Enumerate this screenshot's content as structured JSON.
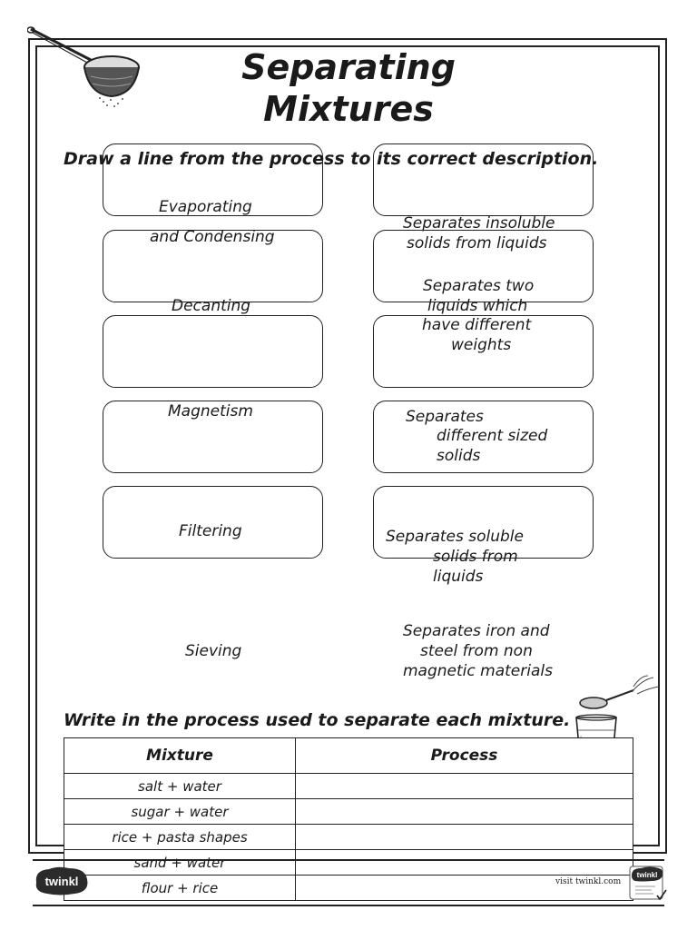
{
  "title": {
    "line1": "Separating",
    "line2": "Mixtures"
  },
  "instructions": {
    "matching": "Draw a line from the process to its correct description.",
    "table": "Write in the process used to separate each mixture."
  },
  "processes": {
    "evaporating_1": "Evaporating",
    "evaporating_2": "and Condensing",
    "decanting": "Decanting",
    "magnetism": "Magnetism",
    "filtering": "Filtering",
    "sieving": "Sieving"
  },
  "descriptions": {
    "insoluble_1": "Separates insoluble",
    "insoluble_2": "solids from liquids",
    "two_liquids_1": "Separates two",
    "two_liquids_2": "liquids which",
    "two_liquids_3": "have different",
    "two_liquids_4": "weights",
    "sized_1": "Separates",
    "sized_2": "different sized",
    "sized_3": "solids",
    "soluble_1": "Separates soluble",
    "soluble_2": "solids from",
    "soluble_3": "liquids",
    "iron_1": "Separates iron and",
    "iron_2": "steel from non",
    "iron_3": "magnetic materials"
  },
  "table": {
    "headers": [
      "Mixture",
      "Process"
    ],
    "rows": [
      "salt + water",
      "sugar + water",
      "rice + pasta shapes",
      "sand + water",
      "flour + rice"
    ]
  },
  "footer": {
    "brand": "twinkl",
    "visit": "visit twinkl.com",
    "badge": "twinkl"
  },
  "colors": {
    "ink": "#1a1a1a",
    "badge_bg": "#2b2b2b"
  },
  "icons": [
    "sieve-icon",
    "spoon-icon",
    "water-glass-icon",
    "twinkl-logo",
    "twinkl-badge"
  ]
}
